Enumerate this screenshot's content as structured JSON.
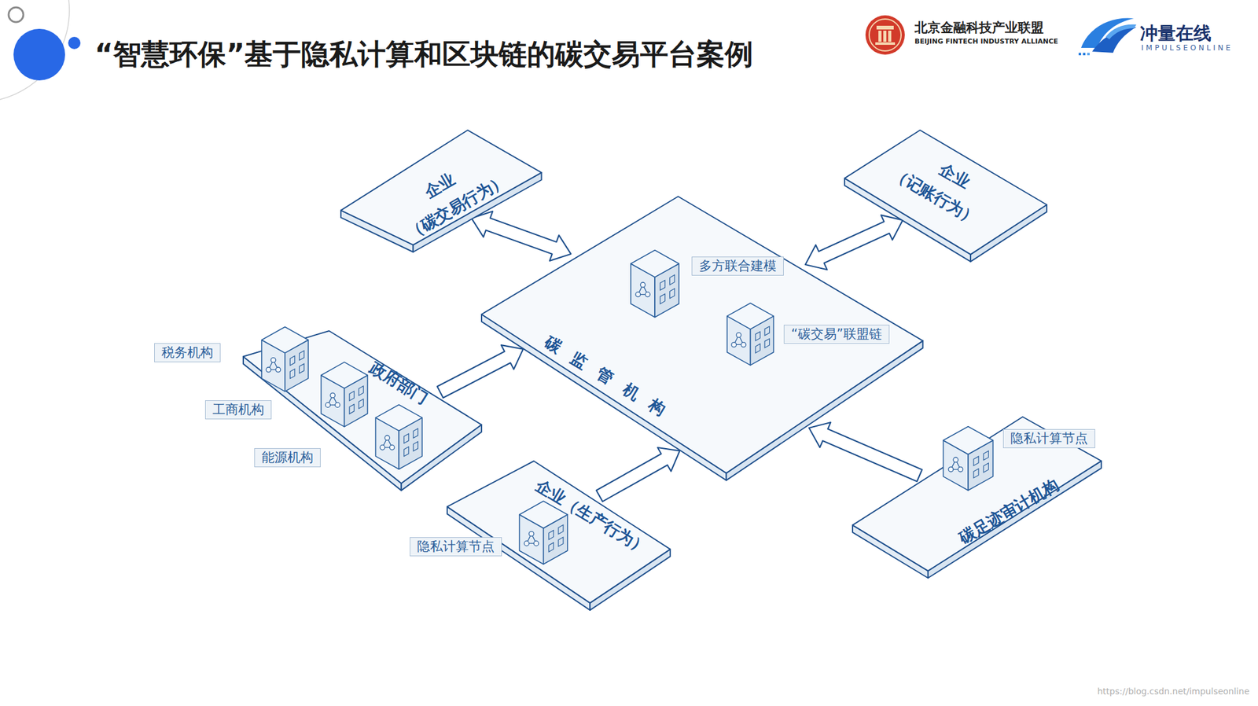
{
  "diagram": {
    "title": "“智慧环保”基于隐私计算和区块链的碳交易平台案例",
    "nodes": [
      {
        "text": [
          "企业",
          "（碳交易行为）"
        ]
      },
      {
        "text": [
          "企业",
          "（记账行为）"
        ]
      },
      {
        "text": [
          "碳监管机构"
        ]
      },
      {
        "text": [
          "多方联合建模"
        ],
        "in": 2
      },
      {
        "text": [
          "“碳交易”联盟链"
        ],
        "in": 2
      },
      {
        "text": [
          "政府部门"
        ]
      },
      {
        "text": [
          "税务机构"
        ],
        "in": 5
      },
      {
        "text": [
          "工商机构"
        ],
        "in": 5
      },
      {
        "text": [
          "能源机构"
        ],
        "in": 5
      },
      {
        "text": [
          "企业（生产行为）"
        ]
      },
      {
        "text": [
          "隐私计算节点"
        ],
        "in": 9
      },
      {
        "text": [
          "碳足迹审计机构"
        ]
      },
      {
        "text": [
          "隐私计算节点"
        ],
        "in": 11
      }
    ],
    "edges": [
      {
        "from": 0,
        "to": 2,
        "arrow": "both"
      },
      {
        "from": 1,
        "to": 2,
        "arrow": "both"
      },
      {
        "from": 5,
        "to": 2,
        "arrow": "to"
      },
      {
        "from": 9,
        "to": 2,
        "arrow": "to"
      },
      {
        "from": 11,
        "to": 2,
        "arrow": "to"
      }
    ],
    "labels": [
      "北京金融科技产业联盟",
      "BEIJING FINTECH INDUSTRY ALLIANCE",
      "冲量在线",
      "IMPULSEONLINE",
      "https://blog.csdn.net/impulseonline"
    ]
  }
}
